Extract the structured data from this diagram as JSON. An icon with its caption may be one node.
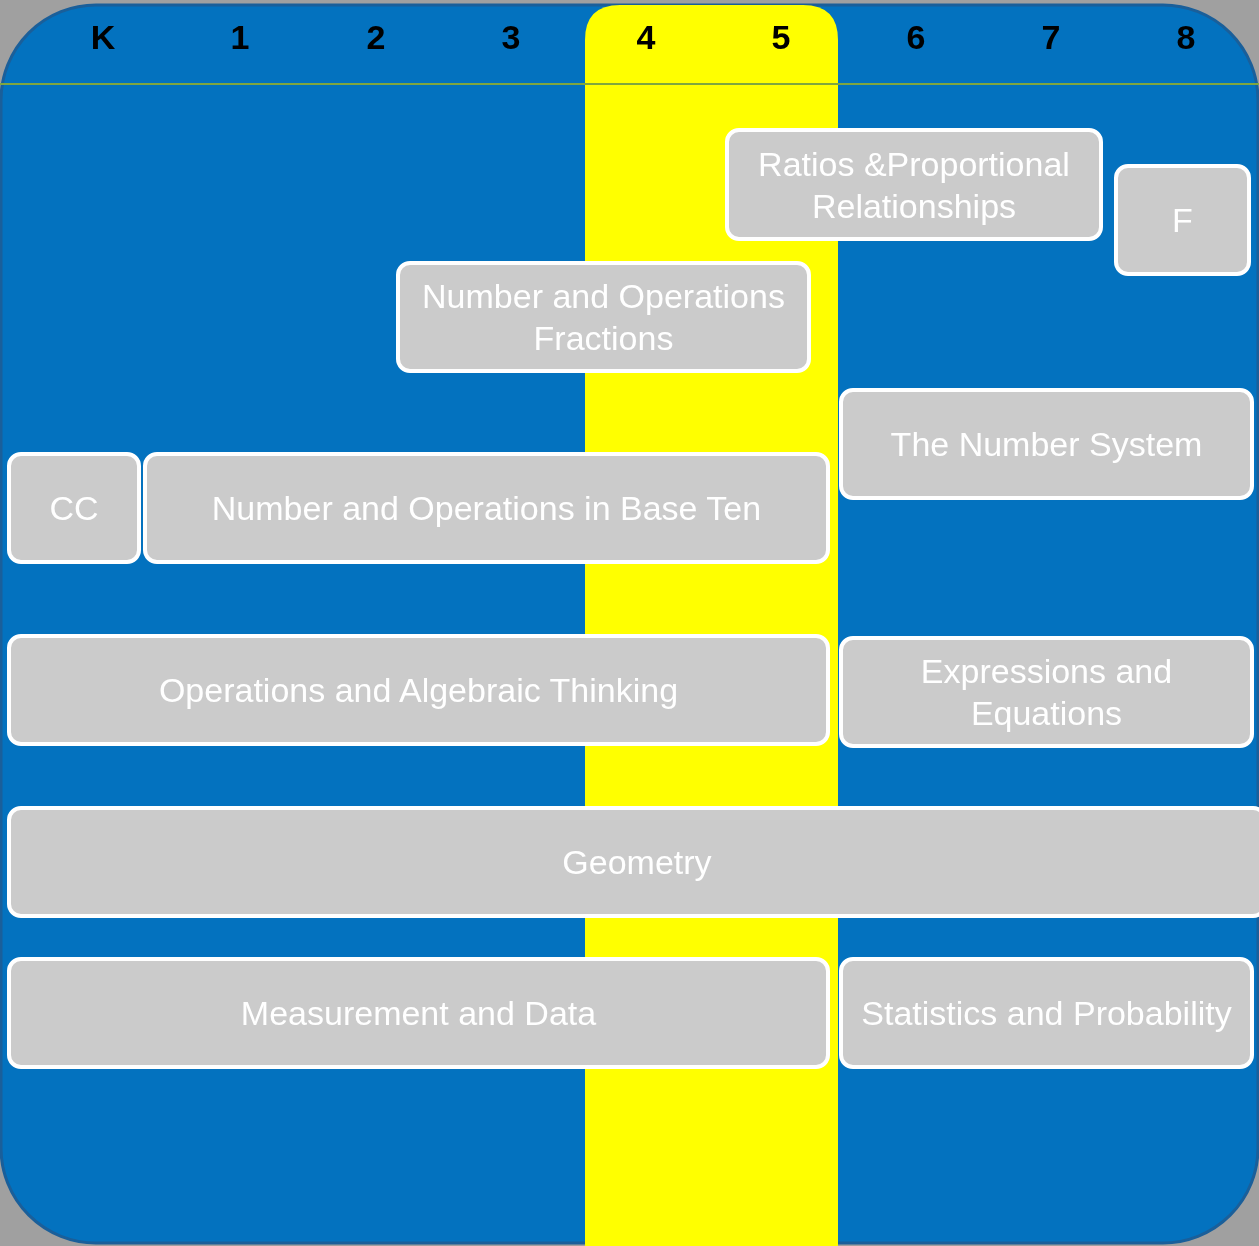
{
  "diagram": {
    "nodes": [
      {
        "text": [
          "Ratios &Proportional Relationships"
        ]
      },
      {
        "text": [
          "F"
        ]
      },
      {
        "text": [
          "Number and Operations Fractions"
        ]
      },
      {
        "text": [
          "The Number System"
        ]
      },
      {
        "text": [
          "CC"
        ]
      },
      {
        "text": [
          "Number and Operations in Base Ten"
        ]
      },
      {
        "text": [
          "Operations and Algebraic Thinking"
        ]
      },
      {
        "text": [
          "Expressions and Equations"
        ]
      },
      {
        "text": [
          "Geometry"
        ]
      },
      {
        "text": [
          "Measurement and Data"
        ]
      },
      {
        "text": [
          "Statistics and Probability"
        ]
      }
    ],
    "edges": [],
    "labels": [
      "K",
      "1",
      "2",
      "3",
      "4",
      "5",
      "6",
      "7",
      "8"
    ]
  }
}
